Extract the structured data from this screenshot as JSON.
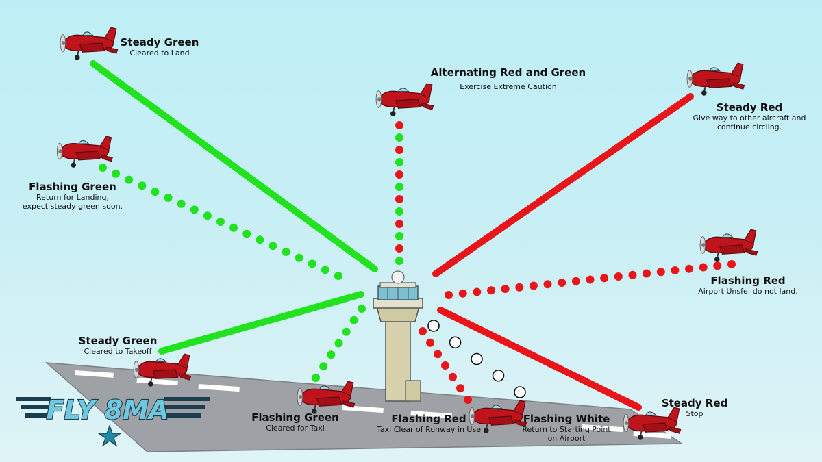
{
  "logo": {
    "text": "FLY 8MA"
  },
  "colors": {
    "green": "#22e21f",
    "red": "#e8161a",
    "white": "#ffffff",
    "plane": "#c0141c"
  },
  "signals": [
    {
      "id": "steady-green-air",
      "title": "Steady Green",
      "desc": "Cleared to Land",
      "desc2": "",
      "color": "green",
      "pattern": "solid"
    },
    {
      "id": "flashing-green-air",
      "title": "Flashing Green",
      "desc": "Return for Landing,",
      "desc2": "expect steady green soon.",
      "color": "green",
      "pattern": "dotted"
    },
    {
      "id": "alternating-air",
      "title": "Alternating Red and Green",
      "desc": "Exercise Extreme Caution",
      "desc2": "",
      "color": "alternating",
      "pattern": "dotted"
    },
    {
      "id": "steady-red-air",
      "title": "Steady Red",
      "desc": "Give way to other aircraft and",
      "desc2": "continue circling.",
      "color": "red",
      "pattern": "solid"
    },
    {
      "id": "flashing-red-air",
      "title": "Flashing Red",
      "desc": "Airport Unsfe, do not land.",
      "desc2": "",
      "color": "red",
      "pattern": "dotted"
    },
    {
      "id": "steady-green-ground",
      "title": "Steady Green",
      "desc": "Cleared to Takeoff",
      "desc2": "",
      "color": "green",
      "pattern": "solid"
    },
    {
      "id": "flashing-green-ground",
      "title": "Flashing Green",
      "desc": "Cleared for Taxi",
      "desc2": "",
      "color": "green",
      "pattern": "dotted"
    },
    {
      "id": "flashing-red-ground",
      "title": "Flashing Red",
      "desc": "Taxi Clear of Runway in Use",
      "desc2": "",
      "color": "red",
      "pattern": "dotted"
    },
    {
      "id": "flashing-white-ground",
      "title": "Flashing White",
      "desc": "Return to Starting Point",
      "desc2": "on Airport",
      "color": "white",
      "pattern": "dotted"
    },
    {
      "id": "steady-red-ground",
      "title": "Steady Red",
      "desc": "Stop",
      "desc2": "",
      "color": "red",
      "pattern": "solid"
    }
  ]
}
